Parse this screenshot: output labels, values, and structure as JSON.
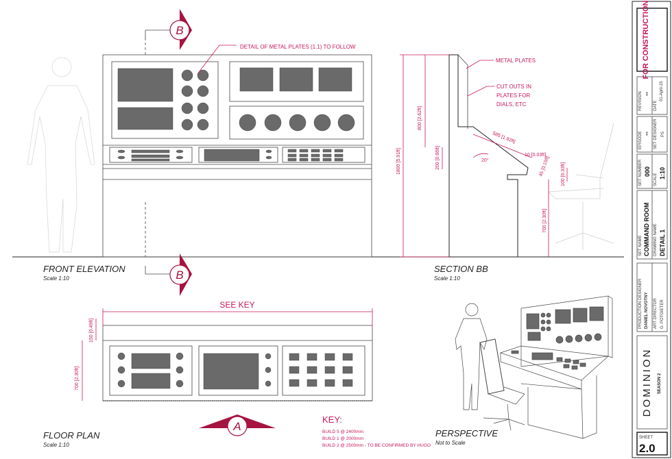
{
  "views": {
    "front": {
      "title": "FRONT ELEVATION",
      "scale": "Scale 1:10"
    },
    "section": {
      "title": "SECTION BB",
      "scale": "Scale 1:10"
    },
    "plan": {
      "title": "FLOOR PLAN",
      "scale": "Scale 1:10"
    },
    "perspective": {
      "title": "PERSPECTIVE",
      "scale": "Not to Scale"
    }
  },
  "markers": {
    "section_top": "B",
    "section_bottom": "B",
    "plan": "A"
  },
  "notes": {
    "metal_detail": "DETAIL OF METAL PLATES (1.1) TO FOLLOW",
    "metal_plates": "METAL PLATES",
    "cutouts_1": "CUT OUTS IN",
    "cutouts_2": "PLATES FOR",
    "cutouts_3": "DIALS, ETC",
    "see_key": "SEE KEY"
  },
  "dims": {
    "d1800": "1800 [5.91ft]",
    "d800": "800 [2.62ft]",
    "d200": "200 [0.66ft]",
    "d700": "700 [2.30ft]",
    "d585": "585 [1.92ft]",
    "d10": "10 [0.03ft]",
    "d20": "20°",
    "d45": "45 [0.15ft]",
    "d100": "100 [0.33ft]",
    "p150": "150 [0.49ft]",
    "p700": "700 [2.30ft]"
  },
  "key": {
    "heading": "KEY:",
    "items": [
      "BUILD 5 @ 2400mm",
      "BUILD 1 @ 2000mm",
      "BUILD  2 @ 2500mm - TO BE CONFIRMED BY HUGO"
    ]
  },
  "title_block": {
    "status": "FOR CONSTRUCTION",
    "revision_label": "REVISION",
    "revision": "--",
    "date_label": "DATE",
    "date": "01-April-15",
    "episode_label": "EPISODE",
    "episode": "--",
    "set_designer_label": "SET DESIGNER",
    "set_designer": "PS",
    "set_number_label": "SET NUMBER",
    "set_number": "000",
    "scale_label": "SCALE",
    "scale": "1:10",
    "set_name_label": "SET NAME",
    "set_name": "COMMAND ROOM",
    "drawing_label": "DRAWING NAME",
    "drawing_name": "DETAIL 1",
    "designer_label": "PRODUCTION DESIGNER",
    "designer": "DANIEL NOVOTNY",
    "art_label": "ART DIRECTOR",
    "art_director": "G. POTGIETER",
    "show": "DOMINION",
    "season": "SEASON 2",
    "sheet_label": "SHEET",
    "sheet": "2.0"
  },
  "colors": {
    "accent": "#c8175a",
    "panel": "#6a6a6a"
  }
}
